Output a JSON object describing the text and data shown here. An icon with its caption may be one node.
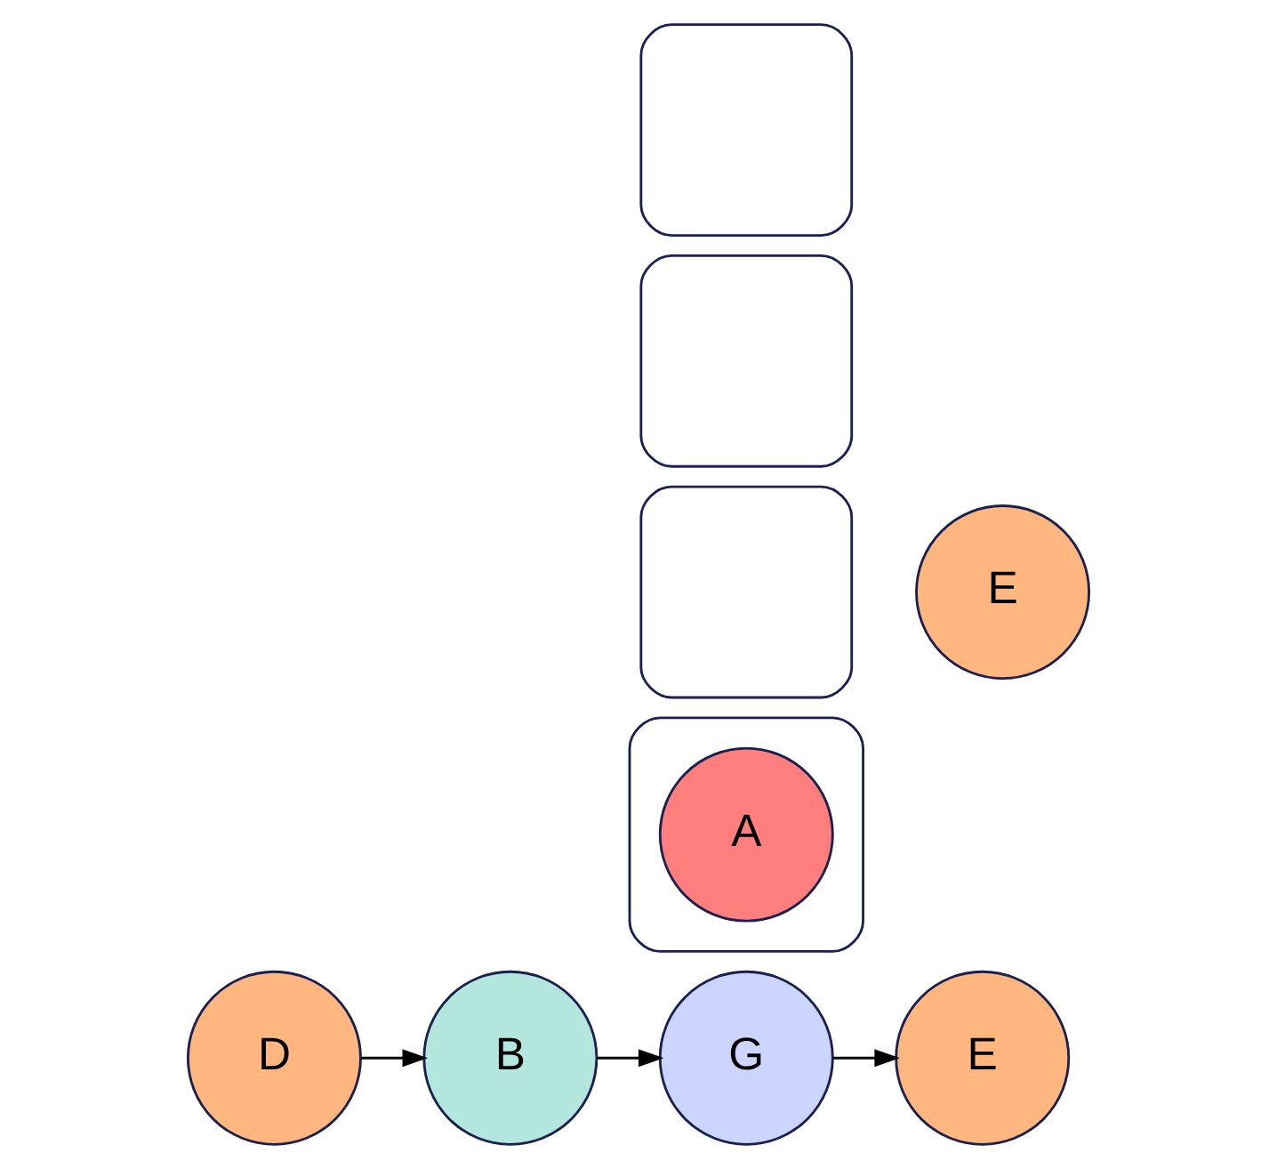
{
  "diagram": {
    "nodes": [
      {
        "text": [],
        "shape": "box"
      },
      {
        "text": [],
        "shape": "box"
      },
      {
        "text": [],
        "shape": "box"
      },
      {
        "text": [],
        "shape": "box"
      },
      {
        "text": [
          "A"
        ],
        "in": 3
      },
      {
        "text": [
          "E"
        ]
      },
      {
        "text": [
          "D"
        ]
      },
      {
        "text": [
          "B"
        ]
      },
      {
        "text": [
          "G"
        ]
      },
      {
        "text": [
          "E"
        ]
      }
    ],
    "edges": [
      {
        "from": 6,
        "to": 7,
        "arrow": "to"
      },
      {
        "from": 7,
        "to": 8,
        "arrow": "to"
      },
      {
        "from": 8,
        "to": 9,
        "arrow": "to"
      }
    ]
  }
}
